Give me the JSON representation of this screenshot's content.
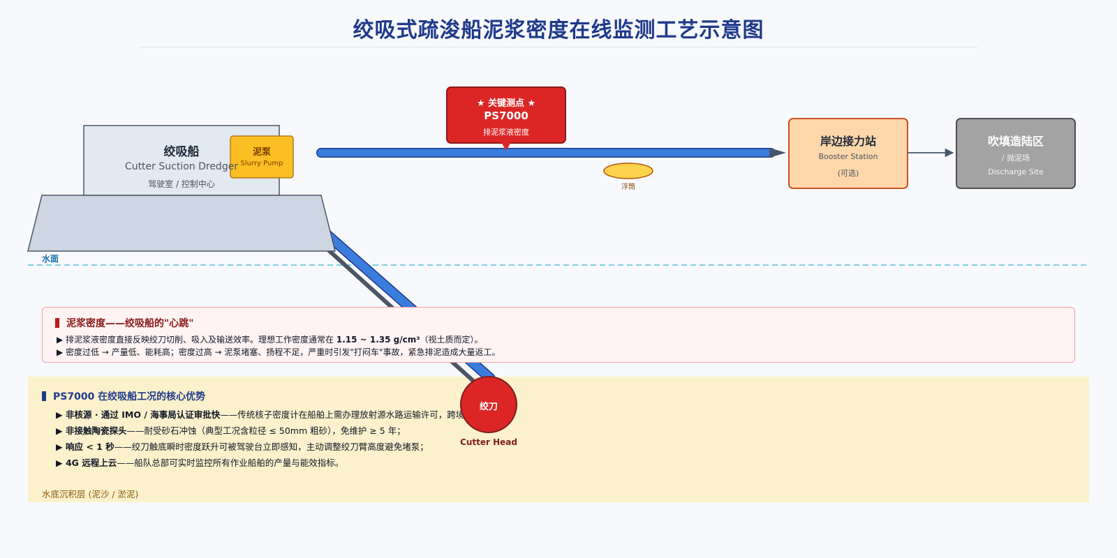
{
  "title": "绞吸式疏浚船泥浆密度在线监测工艺示意图",
  "dredger": {
    "name_cn": "绞吸船",
    "name_en": "Cutter Suction Dredger",
    "cabin_note": "驾驶室 / 控制中心"
  },
  "pump": {
    "name_cn": "泥泵",
    "name_en": "Slurry Pump"
  },
  "water_surface_label": "水面",
  "callout": {
    "tag": "★ 关键测点 ★",
    "model": "PS7000",
    "desc": "排泥浆液密度"
  },
  "float_label": "浮筒",
  "booster": {
    "name_cn": "岸边接力站",
    "name_en": "Booster Station",
    "note": "(可选)"
  },
  "discharge": {
    "name_cn": "吹填造陆区",
    "note": "/ 抛泥场",
    "name_en": "Discharge Site"
  },
  "cutter": {
    "name_cn": "绞刀",
    "name_en": "Cutter Head"
  },
  "density_panel": {
    "heading": "泥浆密度——绞吸船的\"心跳\"",
    "line1_pre": "▶ 排泥浆液密度直接反映绞刀切削、吸入及输送效率。理想工作密度通常在 ",
    "line1_bold": "1.15 ~ 1.35 g/cm³",
    "line1_post": "（视土质而定）。",
    "line2": "▶ 密度过低 → 产量低、能耗高；密度过高 → 泥泵堵塞、扬程不足，严重时引发\"打闷车\"事故，紧急排泥造成大量返工。"
  },
  "advantages": {
    "heading": "PS7000 在绞吸船工况的核心优势",
    "items": [
      {
        "bold": "▶ 非核源 · 通过 IMO / 海事局认证审批快",
        "rest": "——传统核子密度计在船舶上需办理放射源水路运输许可，跨境作业繁琐；"
      },
      {
        "bold": "▶ 非接触陶瓷探头",
        "rest": "——耐受砂石冲蚀（典型工况含粒径 ≤ 50mm 粗砂），免维护 ≥ 5 年；"
      },
      {
        "bold": "▶ 响应 < 1 秒",
        "rest": "——绞刀触底瞬时密度跃升可被驾驶台立即感知，主动调整绞刀臂高度避免堵泵；"
      },
      {
        "bold": "▶ 4G 远程上云",
        "rest": "——船队总部可实时监控所有作业船舶的产量与能效指标。"
      }
    ]
  },
  "seabed_label": "水底沉积层 (泥沙 / 淤泥)",
  "colors": {
    "pipe": "#3b7ddd",
    "callout": "#dc2626",
    "pump": "#fbbf24",
    "booster": "#fed7aa",
    "discharge": "#a3a3a3",
    "cutter": "#dc2626",
    "water_line": "#5bc0d6"
  }
}
